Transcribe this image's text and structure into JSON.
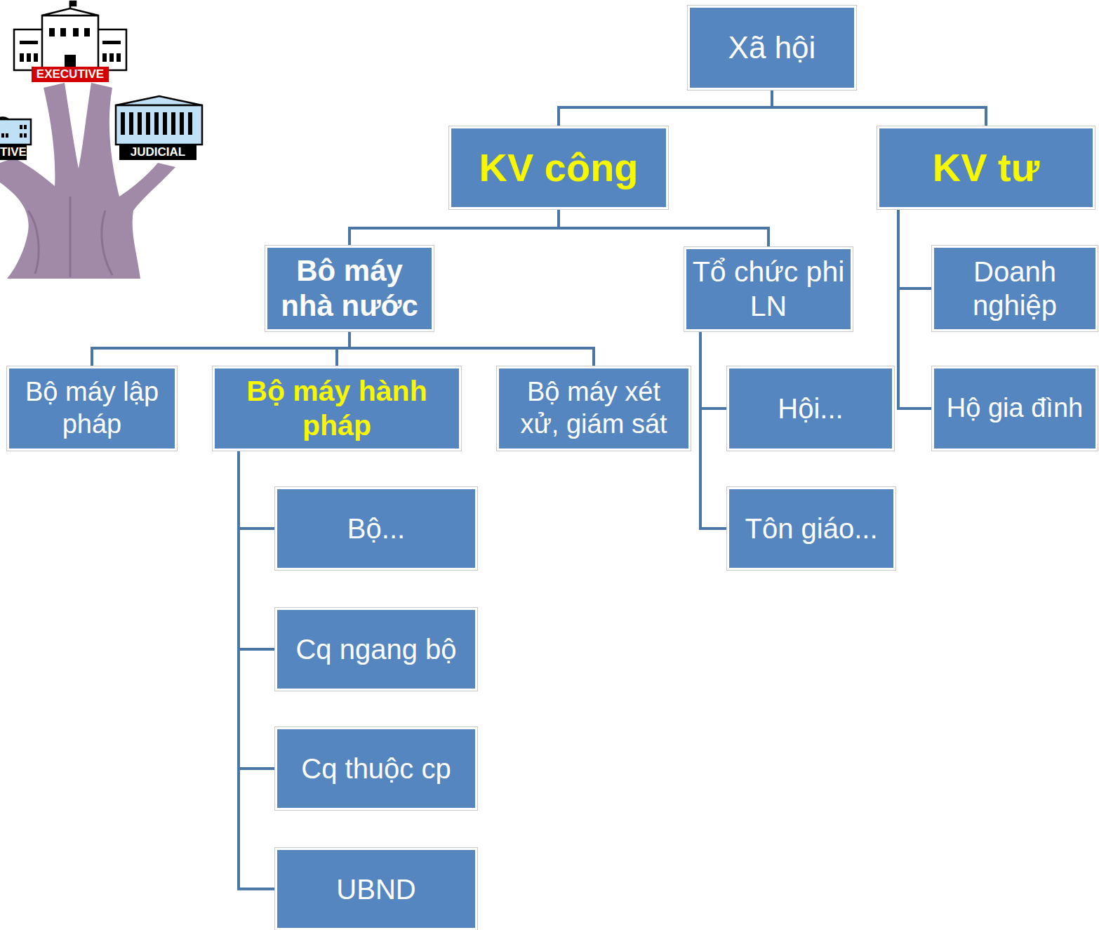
{
  "diagram": {
    "nodes": [
      {
        "text": [
          "Xã hội"
        ]
      },
      {
        "text": [
          "KV công"
        ]
      },
      {
        "text": [
          "KV tư"
        ]
      },
      {
        "text": [
          "Bô máy nhà nước"
        ]
      },
      {
        "text": [
          "Tổ chức phi LN"
        ]
      },
      {
        "text": [
          "Doanh nghiệp"
        ]
      },
      {
        "text": [
          "Bộ máy lập pháp"
        ]
      },
      {
        "text": [
          "Bộ máy hành pháp"
        ]
      },
      {
        "text": [
          "Bộ máy xét xử, giám sát"
        ]
      },
      {
        "text": [
          "Hội..."
        ]
      },
      {
        "text": [
          "Hộ gia đình"
        ]
      },
      {
        "text": [
          "Bộ..."
        ]
      },
      {
        "text": [
          "Tôn giáo..."
        ]
      },
      {
        "text": [
          "Cq ngang bộ"
        ]
      },
      {
        "text": [
          "Cq thuộc cp"
        ]
      },
      {
        "text": [
          "UBND"
        ]
      }
    ],
    "edges": [
      {
        "from": 0,
        "to": 1,
        "arrow": "none"
      },
      {
        "from": 0,
        "to": 2,
        "arrow": "none"
      },
      {
        "from": 1,
        "to": 3,
        "arrow": "none"
      },
      {
        "from": 1,
        "to": 4,
        "arrow": "none"
      },
      {
        "from": 2,
        "to": 5,
        "arrow": "none"
      },
      {
        "from": 2,
        "to": 10,
        "arrow": "none"
      },
      {
        "from": 3,
        "to": 6,
        "arrow": "none"
      },
      {
        "from": 3,
        "to": 7,
        "arrow": "none"
      },
      {
        "from": 3,
        "to": 8,
        "arrow": "none"
      },
      {
        "from": 4,
        "to": 9,
        "arrow": "none"
      },
      {
        "from": 4,
        "to": 12,
        "arrow": "none"
      },
      {
        "from": 7,
        "to": 11,
        "arrow": "none"
      },
      {
        "from": 7,
        "to": 13,
        "arrow": "none"
      },
      {
        "from": 7,
        "to": 14,
        "arrow": "none"
      },
      {
        "from": 7,
        "to": 15,
        "arrow": "none"
      }
    ],
    "labels": [
      "EXECUTIVE",
      "TIVE",
      "JUDICIAL"
    ]
  }
}
